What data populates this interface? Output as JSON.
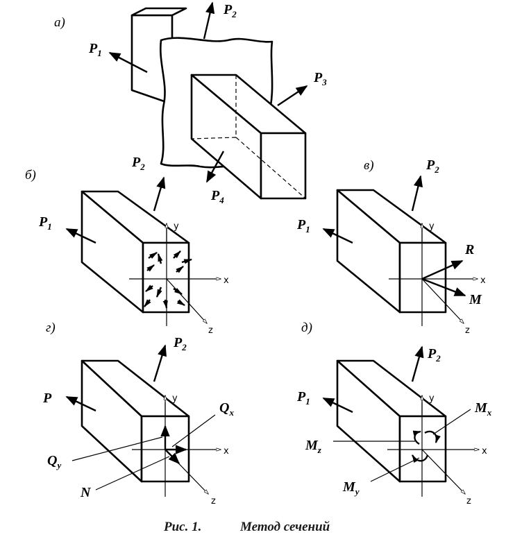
{
  "panels": {
    "a": {
      "tag": "а)",
      "forces": [
        "P",
        "P",
        "P",
        "P"
      ],
      "subs": [
        "1",
        "2",
        "3",
        "4"
      ]
    },
    "b": {
      "tag": "б)",
      "forces": [
        "P",
        "P"
      ],
      "subs": [
        "1",
        "2"
      ],
      "axes": [
        "y",
        "x",
        "z"
      ]
    },
    "v": {
      "tag": "в)",
      "forces": [
        "P",
        "P",
        "R",
        "M"
      ],
      "subs": [
        "1",
        "2"
      ],
      "axes": [
        "y",
        "x",
        "z"
      ]
    },
    "g": {
      "tag": "г)",
      "forces": [
        "P",
        "P",
        "Q",
        "Q",
        "N"
      ],
      "subs": [
        "2",
        "x",
        "y"
      ],
      "axes": [
        "y",
        "x",
        "z"
      ]
    },
    "d": {
      "tag": "д)",
      "forces": [
        "P",
        "P",
        "M",
        "M",
        "M"
      ],
      "subs": [
        "1",
        "2",
        "x",
        "z",
        "y"
      ],
      "axes": [
        "y",
        "x",
        "z"
      ]
    }
  },
  "caption": {
    "number": "Рис. 1.",
    "title": "Метод сечений"
  }
}
